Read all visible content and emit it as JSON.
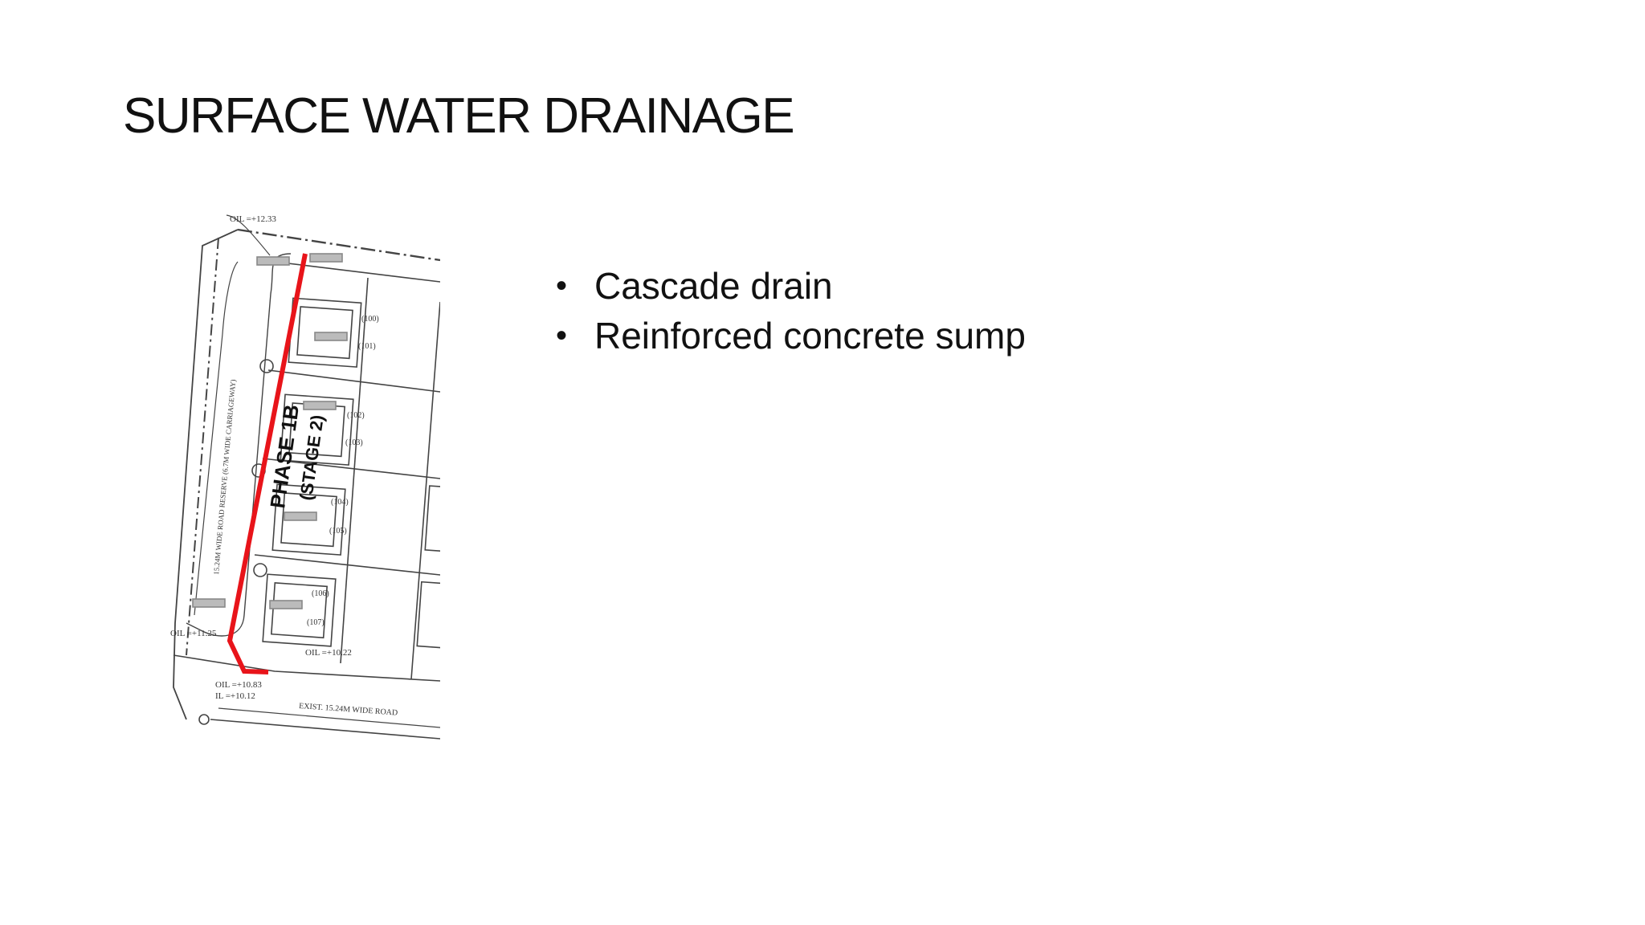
{
  "slide": {
    "title": "SURFACE WATER DRAINAGE",
    "bullets": [
      "Cascade drain",
      "Reinforced concrete sump"
    ]
  },
  "plan": {
    "phase_label": "PHASE 1B",
    "stage_label": "(STAGE 2)",
    "road_reserve_label": "15.24M WIDE ROAD RESERVE (6.7M WIDE CARRIAGEWAY)",
    "exist_road_label": "EXIST. 15.24M WIDE ROAD",
    "lots": [
      "(100)",
      "(101)",
      "(102)",
      "(103)",
      "(104)",
      "(105)",
      "(106)",
      "(107)"
    ],
    "levels": {
      "top": "OIL =+12.33",
      "left_bottom": "OIL =+11.25",
      "mid_bottom": "OIL =+10.22",
      "bottom_oil": "OIL =+10.83",
      "bottom_il": "IL =+10.12"
    },
    "drain_color": "#e8141a"
  }
}
